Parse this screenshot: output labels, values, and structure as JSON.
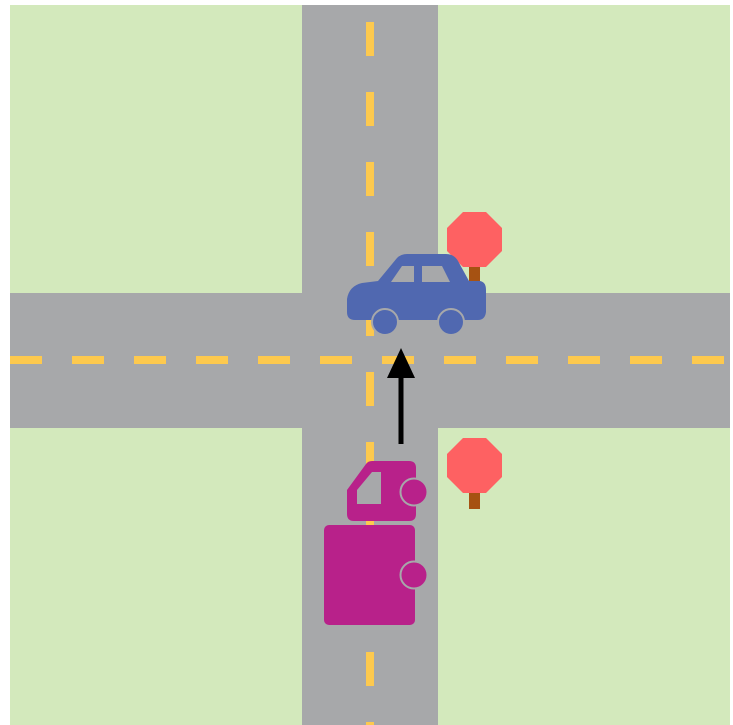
{
  "colors": {
    "background": "#ffffff",
    "grass": "#d3e9bc",
    "road": "#a7a8aa",
    "lane_marking": "#fdc94e",
    "car_body": "#5068b0",
    "car_window": "#a7a8aa",
    "truck_body": "#b8218a",
    "truck_window": "#a7a8aa",
    "wheel_outline": "#a7a8aa",
    "stop_sign": "#fe6162",
    "sign_post": "#a65212",
    "arrow": "#000000"
  },
  "icons": {
    "car": "car-icon",
    "truck": "truck-icon",
    "stop_sign": "stop-sign-icon",
    "arrow": "up-arrow-icon"
  },
  "scene": {
    "vehicles": [
      {
        "name": "car",
        "type": "car",
        "color": "#5068b0",
        "direction": "left"
      },
      {
        "name": "truck",
        "type": "truck",
        "color": "#b8218a",
        "direction": "up"
      }
    ],
    "signs": [
      {
        "name": "stop-sign-north-east",
        "type": "stop sign"
      },
      {
        "name": "stop-sign-south-east",
        "type": "stop sign"
      }
    ],
    "arrow": {
      "direction": "up"
    }
  }
}
